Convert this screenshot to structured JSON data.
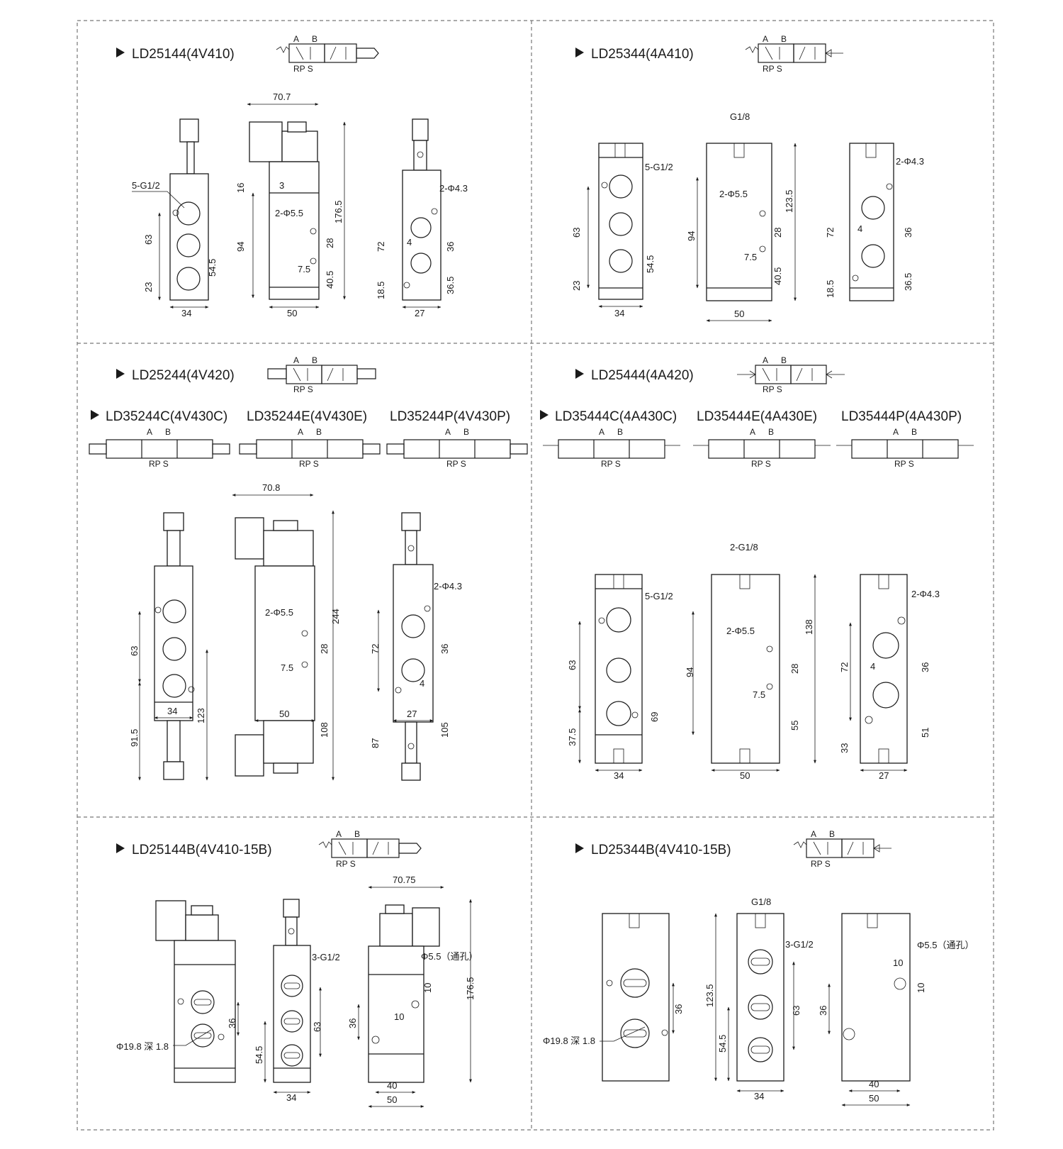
{
  "panels": [
    {
      "id": "ld25144",
      "title": "LD25144(4V410)",
      "symbol": {
        "a": "A",
        "b": "B",
        "ports": "RP S"
      },
      "views": {
        "front": {
          "port_label": "5-G1/2",
          "dims": [
            "63",
            "23",
            "54.5",
            "34"
          ]
        },
        "side": {
          "top_width": "70.7",
          "dims": [
            "3",
            "16",
            "94",
            "176.5",
            "28",
            "7.5",
            "40.5",
            "50"
          ],
          "hole_label": "2-Φ5.5"
        },
        "end": {
          "hole_label": "2-Φ4.3",
          "dims": [
            "72",
            "4",
            "36",
            "18.5",
            "36.5",
            "27"
          ]
        }
      }
    },
    {
      "id": "ld25344",
      "title": "LD25344(4A410)",
      "symbol": {
        "a": "A",
        "b": "B",
        "ports": "RP S"
      },
      "views": {
        "front": {
          "port_label": "5-G1/2",
          "dims": [
            "63",
            "23",
            "54.5",
            "34"
          ]
        },
        "side": {
          "top_label": "G1/8",
          "dims": [
            "94",
            "123.5",
            "28",
            "7.5",
            "40.5",
            "50"
          ],
          "hole_label": "2-Φ5.5"
        },
        "end": {
          "hole_label": "2-Φ4.3",
          "dims": [
            "72",
            "4",
            "36",
            "18.5",
            "36.5"
          ]
        }
      }
    },
    {
      "id": "ld25244",
      "title": "LD25244(4V420)",
      "symbol": {
        "a": "A",
        "b": "B",
        "ports": "RP S"
      },
      "sub_titles": [
        "LD35244C(4V430C)",
        "LD35244E(4V430E)",
        "LD35244P(4V430P)"
      ],
      "views": {
        "front": {
          "dims": [
            "63",
            "34",
            "91.5",
            "123"
          ]
        },
        "side": {
          "top_width": "70.8",
          "hole_label": "2-Φ5.5",
          "dims": [
            "244",
            "28",
            "7.5",
            "50",
            "108"
          ]
        },
        "end": {
          "hole_label": "2-Φ4.3",
          "dims": [
            "72",
            "36",
            "4",
            "27",
            "87",
            "105"
          ]
        }
      }
    },
    {
      "id": "ld25444",
      "title": "LD25444(4A420)",
      "symbol": {
        "a": "A",
        "b": "B",
        "ports": "RP S"
      },
      "sub_titles": [
        "LD35444C(4A430C)",
        "LD35444E(4A430E)",
        "LD35444P(4A430P)"
      ],
      "views": {
        "front": {
          "port_label": "5-G1/2",
          "dims": [
            "63",
            "37.5",
            "69",
            "34"
          ]
        },
        "side": {
          "top_label": "2-G1/8",
          "hole_label": "2-Φ5.5",
          "dims": [
            "94",
            "138",
            "28",
            "7.5",
            "55",
            "50"
          ]
        },
        "end": {
          "hole_label": "2-Φ4.3",
          "dims": [
            "72",
            "4",
            "36",
            "33",
            "51",
            "27"
          ]
        }
      }
    },
    {
      "id": "ld25144b",
      "title": "LD25144B(4V410-15B)",
      "symbol": {
        "a": "A",
        "b": "B",
        "ports": "RP S"
      },
      "views": {
        "front": {
          "bore_label": "Φ19.8 深 1.8",
          "dims": [
            "36"
          ]
        },
        "middle": {
          "port_label": "3-G1/2",
          "dims": [
            "63",
            "54.5",
            "34"
          ]
        },
        "side": {
          "top_width": "70.75",
          "hole_label": "Φ5.5（通孔）",
          "dims": [
            "10",
            "10",
            "176.5",
            "36",
            "40",
            "50"
          ]
        }
      }
    },
    {
      "id": "ld25344b",
      "title": "LD25344B(4V410-15B)",
      "symbol": {
        "a": "A",
        "b": "B",
        "ports": "RP S"
      },
      "views": {
        "front": {
          "bore_label": "Φ19.8 深 1.8",
          "dims": [
            "36"
          ]
        },
        "middle": {
          "top_label": "G1/8",
          "port_label": "3-G1/2",
          "dims": [
            "123.5",
            "54.5",
            "63",
            "34"
          ]
        },
        "side": {
          "hole_label": "Φ5.5（通孔）",
          "dims": [
            "10",
            "10",
            "36",
            "40",
            "50"
          ]
        }
      }
    }
  ]
}
